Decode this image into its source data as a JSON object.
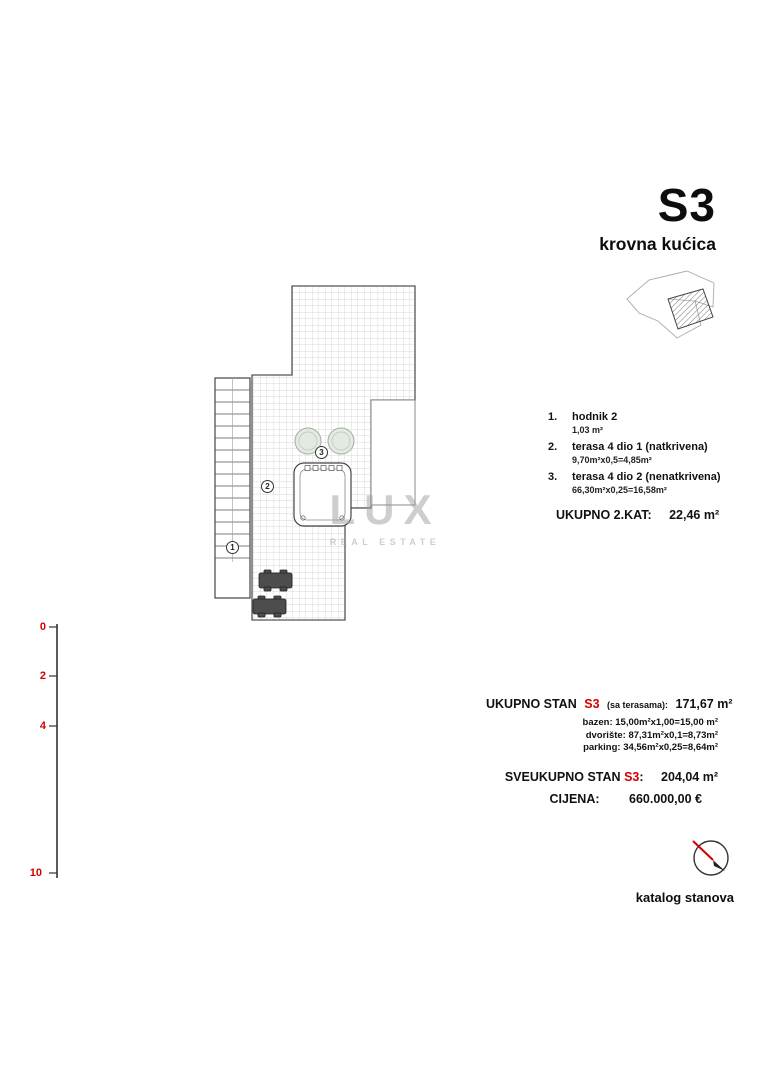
{
  "colors": {
    "accent_red": "#d40000",
    "line": "#444444",
    "grid": "#cccccc"
  },
  "header": {
    "unit_code": "S3",
    "subtitle": "krovna kućica"
  },
  "legend": {
    "items": [
      {
        "num": "1.",
        "label": "hodnik 2",
        "formula": "1,03 m²"
      },
      {
        "num": "2.",
        "label": "terasa 4 dio 1 (natkrivena)",
        "formula": "9,70m²x0,5=4,85m²"
      },
      {
        "num": "3.",
        "label": "terasa 4 dio 2 (nenatkrivena)",
        "formula": "66,30m²x0,25=16,58m²"
      }
    ],
    "total": {
      "label": "UKUPNO 2.KAT:",
      "value": "22,46 m²"
    }
  },
  "summary": {
    "total_line": {
      "label": "UKUPNO STAN",
      "unit": "S3",
      "note": "(sa terasama):",
      "value": "171,67 m²"
    },
    "details": [
      "bazen: 15,00m²x1,00=15,00 m²",
      "dvorište: 87,31m²x0,1=8,73m²",
      "parking: 34,56m²x0,25=8,64m²"
    ],
    "grand_total": {
      "label": "SVEUKUPNO STAN",
      "unit": "S3",
      "colon": ":",
      "value": "204,04 m²"
    },
    "price": {
      "label": "CIJENA:",
      "value": "660.000,00 €"
    }
  },
  "plan": {
    "markers": [
      "1",
      "2",
      "3"
    ],
    "scale_numbers": [
      "0",
      "2",
      "4",
      "10"
    ]
  },
  "watermark": {
    "line1": "LUX",
    "line2": "REAL ESTATE"
  },
  "footer": {
    "catalog_label": "katalog stanova"
  }
}
